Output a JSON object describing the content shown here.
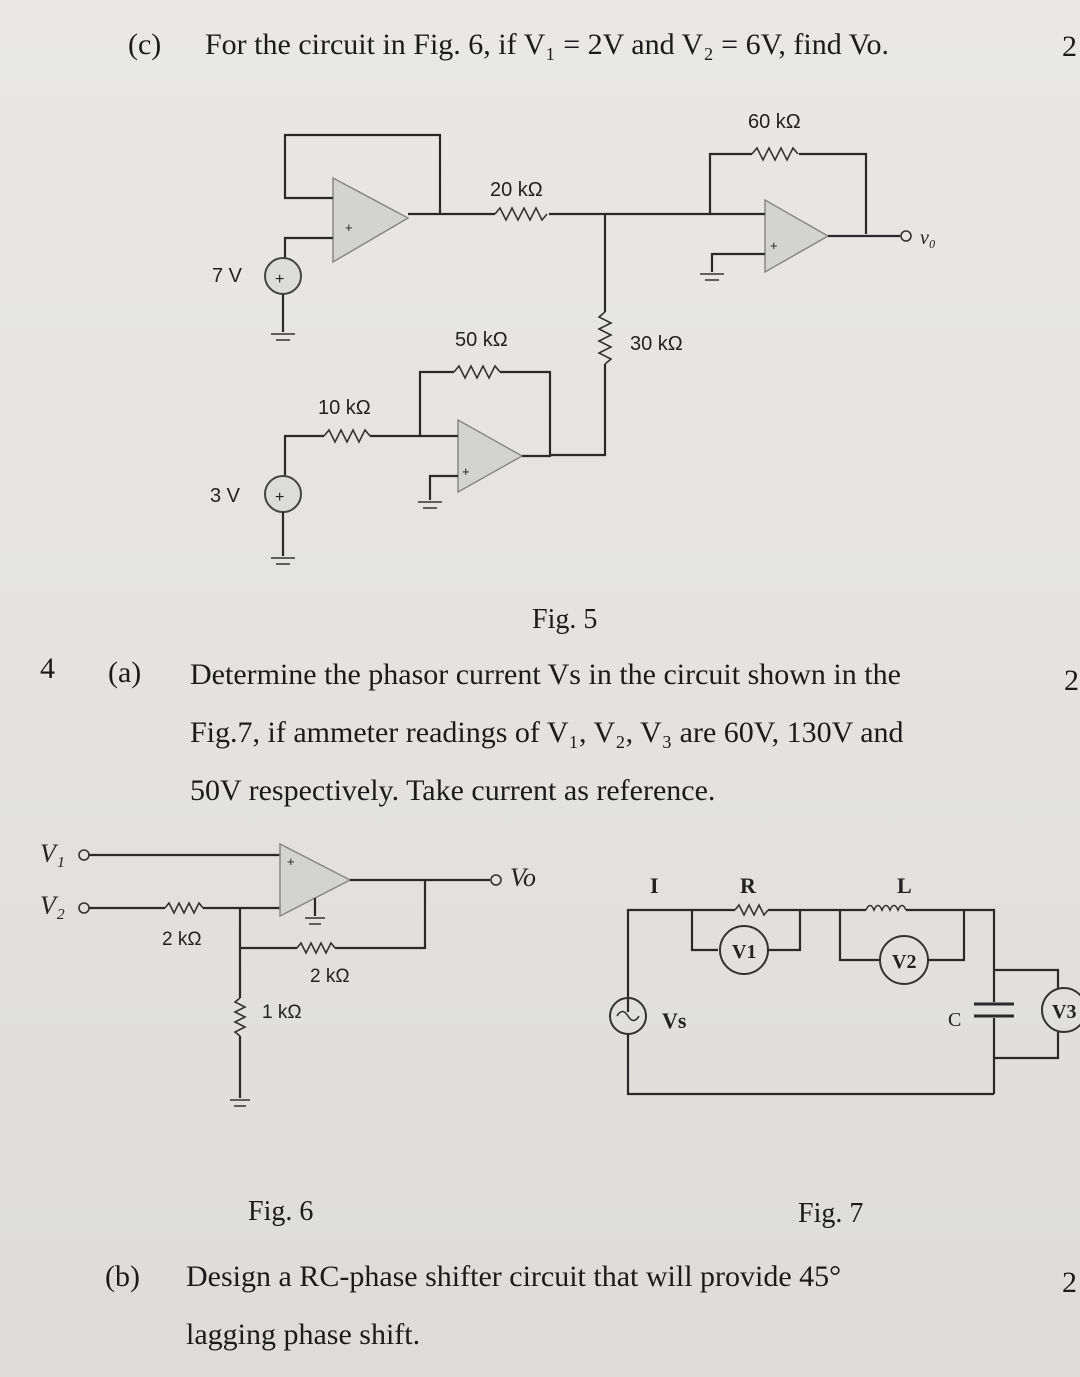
{
  "question_c": {
    "label": "(c)",
    "text": "For the circuit in Fig. 6, if V₁ = 2V and V₂ = 6V, find Vo.",
    "marks": "2"
  },
  "fig5": {
    "caption": "Fig. 5",
    "labels": {
      "r_feedback_top": "60 kΩ",
      "r_20k": "20 kΩ",
      "r_50k": "50 kΩ",
      "r_30k": "30 kΩ",
      "r_10k": "10 kΩ",
      "v_7": "7 V",
      "v_3": "3 V",
      "output": "v₀"
    }
  },
  "question_4a": {
    "number": "4",
    "label": "(a)",
    "line1": "Determine the phasor current Vs in the circuit shown in the",
    "line2": "Fig.7, if ammeter readings of V₁, V₂, V₃ are 60V, 130V and",
    "line3": "50V respectively. Take current as reference.",
    "marks": "2"
  },
  "fig6": {
    "caption": "Fig. 6",
    "labels": {
      "v1": "V₁",
      "v2": "V₂",
      "vo": "Vo",
      "r_in": "2 kΩ",
      "r_fb": "2 kΩ",
      "r_gnd": "1 kΩ"
    }
  },
  "fig7": {
    "caption": "Fig. 7",
    "labels": {
      "current": "I",
      "r": "R",
      "l": "L",
      "c": "C",
      "meter1": "V1",
      "meter2": "V2",
      "meter3": "V3",
      "source": "Vs"
    }
  },
  "question_b": {
    "label": "(b)",
    "line1": "Design a RC-phase shifter circuit that will provide 45°",
    "line2": "lagging phase shift.",
    "marks": "2"
  }
}
